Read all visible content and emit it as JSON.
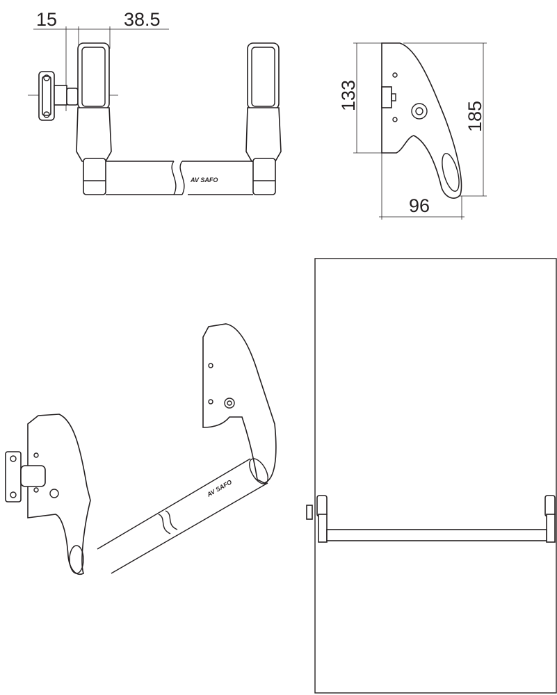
{
  "front_view": {
    "dimensions": {
      "left_offset": "15",
      "handle_width": "38.5"
    }
  },
  "side_view": {
    "dimensions": {
      "mount_height": "133",
      "total_height": "185",
      "depth": "96"
    }
  },
  "colors": {
    "line": "#231f20",
    "background": "#ffffff"
  }
}
